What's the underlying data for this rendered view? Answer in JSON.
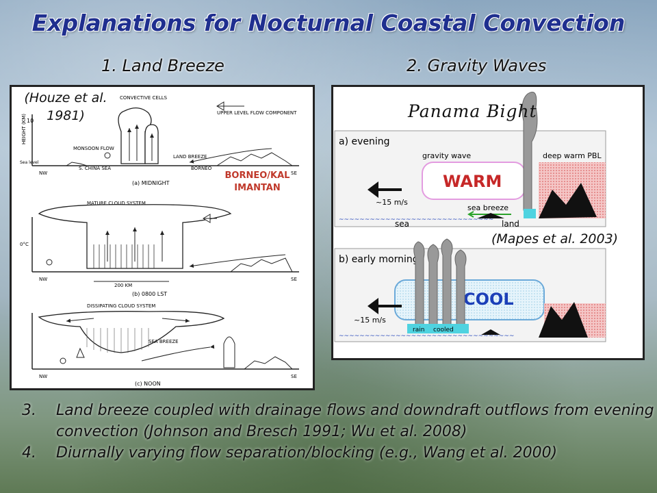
{
  "slide": {
    "title": "Explanations for Nocturnal Coastal Convection",
    "subheads": [
      "1.  Land Breeze",
      "2.  Gravity Waves"
    ],
    "left_figure": {
      "citation": "(Houze et al. 1981)",
      "region_label_line1": "BORNEO/KAL",
      "region_label_line2": "IMANTAN",
      "labels": {
        "convective_cells": "CONVECTIVE CELLS",
        "upper_flow": "UPPER LEVEL FLOW COMPONENT",
        "height": "HEIGHT (KM)",
        "ten": "10",
        "monsoon": "MONSOON FLOW",
        "land_breeze": "LAND BREEZE",
        "sea_level": "Sea level",
        "nw": "NW",
        "se": "SE",
        "china_sea": "S. CHINA SEA",
        "borneo": "BORNEO",
        "midnight": "(a) MIDNIGHT",
        "mature": "MATURE CLOUD SYSTEM",
        "zero_c": "0°C",
        "two_hundred_km": "200 KM",
        "lst": "(b) 0800 LST",
        "dissipating": "DISSIPATING CLOUD SYSTEM",
        "sea_breeze": "SEA BREEZE",
        "noon": "(c) NOON"
      }
    },
    "right_figure": {
      "title": "Panama Bight",
      "citation": "(Mapes et al. 2003)",
      "labels": {
        "evening": "a) evening",
        "gravity_wave": "gravity wave",
        "deep_pbl": "deep warm PBL",
        "warm": "WARM",
        "speed_a": "~15 m/s",
        "sea_breeze": "sea breeze",
        "sea": "sea",
        "land": "land",
        "early_morning": "b) early morning",
        "cool": "COOL",
        "speed_b": "~15 m/s",
        "rain": "rain",
        "cooled": "cooled"
      }
    },
    "points": [
      {
        "num": "3.",
        "text": "Land breeze coupled with drainage flows and downdraft outflows from evening convection (Johnson and Bresch 1991; Wu et al. 2008)"
      },
      {
        "num": "4.",
        "text": "Diurnally varying flow separation/blocking (e.g., Wang et al. 2000)"
      }
    ]
  }
}
